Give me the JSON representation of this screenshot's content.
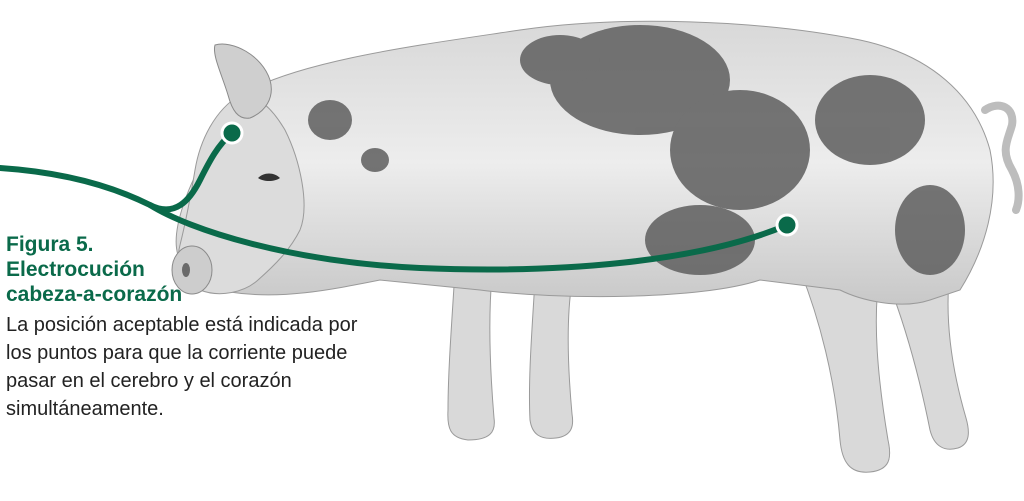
{
  "figure": {
    "title_lines": [
      "Figura 5.",
      "Electrocución",
      "cabeza-a-corazón"
    ],
    "description": "La posición aceptable está indicada por los puntos para que la corriente puede pasar en el cerebro y el corazón simultáneamente."
  },
  "colors": {
    "accent": "#0a6a4a",
    "text": "#222222",
    "pig_light": "#e6e6e6",
    "pig_mid": "#c4c4c4",
    "pig_spot": "#5e5e5e"
  },
  "icons": {
    "pig": "pig-illustration",
    "electrode_head": "electrode-dot-icon",
    "electrode_heart": "electrode-dot-icon"
  }
}
